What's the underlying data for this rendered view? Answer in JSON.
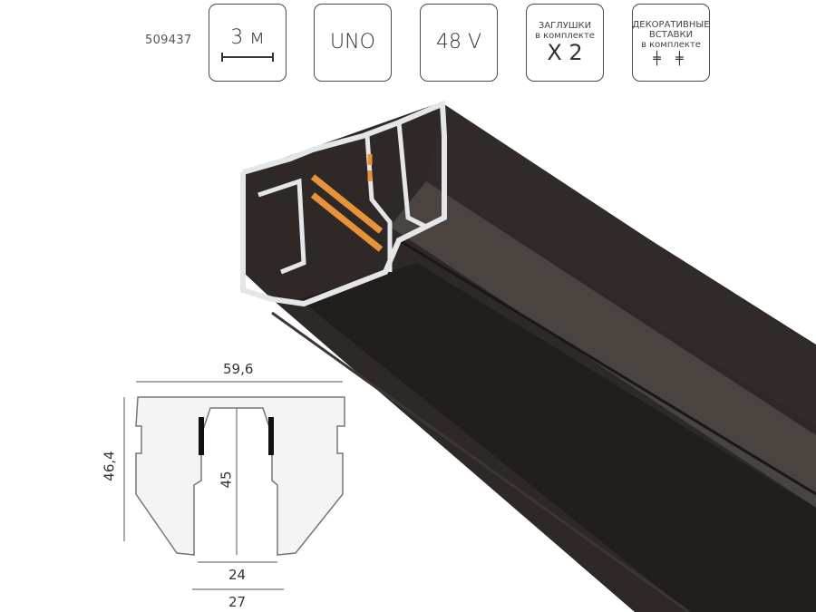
{
  "header": {
    "sku": "509437",
    "badges": [
      {
        "id": "length",
        "value": "3 м",
        "icon": "length-ruler-icon"
      },
      {
        "id": "series",
        "value": "UNO"
      },
      {
        "id": "voltage",
        "value": "48 V"
      },
      {
        "id": "end-caps",
        "line1": "ЗАГЛУШКИ",
        "line2": "в комплекте",
        "value": "X 2"
      },
      {
        "id": "decor-inserts",
        "line1": "ДЕКОРАТИВНЫЕ",
        "line2": "ВСТАВКИ",
        "line3": "в комплекте",
        "icon": "insert-strips-icon",
        "glyph": "╪ ╪"
      }
    ]
  },
  "drawing": {
    "width": "59,6",
    "height_total": "46,4",
    "height_inner": "45",
    "opening_inner": "24",
    "opening_outer": "27"
  },
  "colors": {
    "rail_body": "#2b2623",
    "rail_face": "#3a3431",
    "aluminium": "#e4e6e8",
    "conductor": "#e8933a"
  }
}
